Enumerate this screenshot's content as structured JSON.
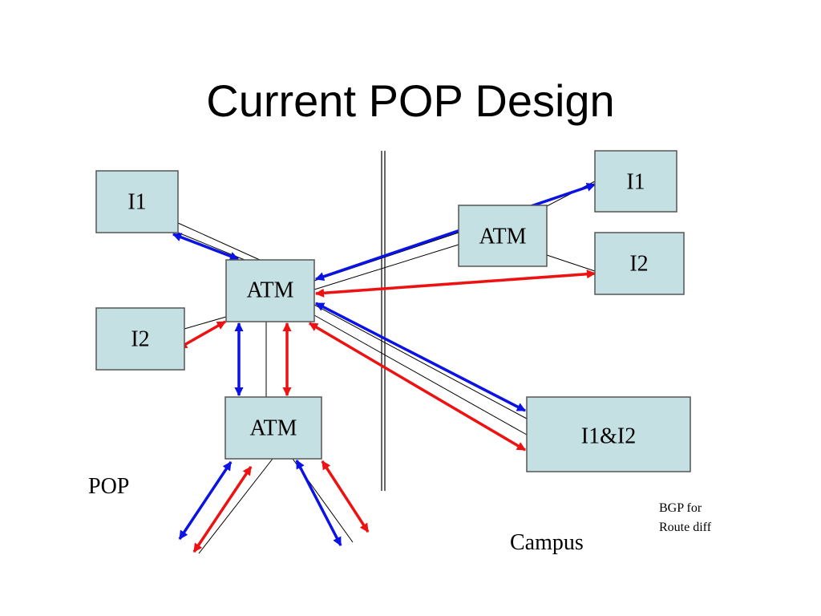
{
  "title": "Current POP Design",
  "nodes": {
    "pop_i1": "I1",
    "pop_i2": "I2",
    "pop_atm_core": "ATM",
    "pop_atm_lower": "ATM",
    "campus_atm": "ATM",
    "campus_i1": "I1",
    "campus_i2": "I2",
    "campus_i1i2": "I1&I2"
  },
  "labels": {
    "pop": "POP",
    "campus": "Campus",
    "note_line1": "BGP for",
    "note_line2": "Route diff"
  },
  "colors": {
    "box_fill": "#c5e0e3",
    "blue_arrow": "#0a12e6",
    "red_arrow": "#ee1111"
  }
}
